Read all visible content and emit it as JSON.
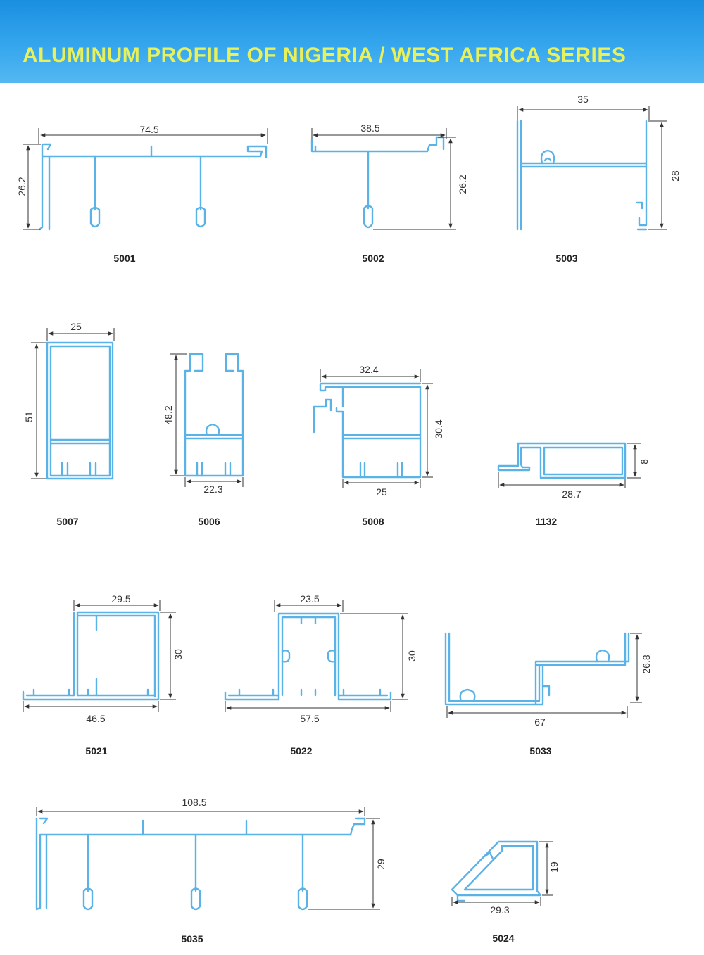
{
  "header": {
    "title": "ALUMINUM PROFILE OF NIGERIA / WEST AFRICA SERIES"
  },
  "colors": {
    "banner": "#2a9ce8",
    "title": "#e8f05a",
    "profile": "#5bb2e6"
  },
  "profiles": [
    {
      "code": "5001",
      "dims": [
        "74.5",
        "26.2"
      ]
    },
    {
      "code": "5002",
      "dims": [
        "38.5",
        "26.2"
      ]
    },
    {
      "code": "5003",
      "dims": [
        "35",
        "28"
      ]
    },
    {
      "code": "5007",
      "dims": [
        "25",
        "51"
      ]
    },
    {
      "code": "5006",
      "dims": [
        "48.2",
        "22.3"
      ]
    },
    {
      "code": "5008",
      "dims": [
        "32.4",
        "30.4",
        "25"
      ]
    },
    {
      "code": "1132",
      "dims": [
        "8",
        "28.7"
      ]
    },
    {
      "code": "5021",
      "dims": [
        "29.5",
        "30",
        "46.5"
      ]
    },
    {
      "code": "5022",
      "dims": [
        "23.5",
        "30",
        "57.5"
      ]
    },
    {
      "code": "5033",
      "dims": [
        "26.8",
        "67"
      ]
    },
    {
      "code": "5035",
      "dims": [
        "108.5",
        "29"
      ]
    },
    {
      "code": "5024",
      "dims": [
        "19",
        "29.3"
      ]
    }
  ]
}
